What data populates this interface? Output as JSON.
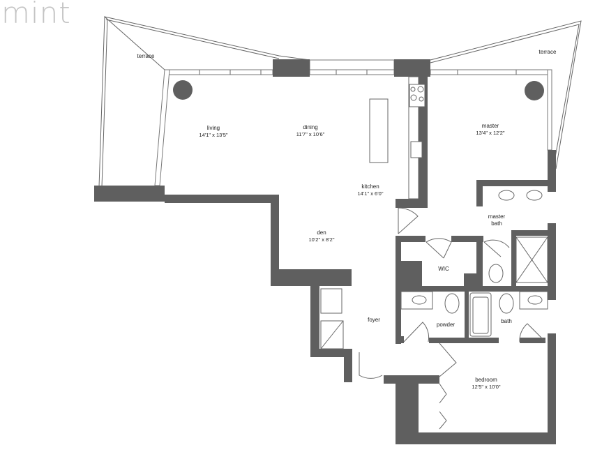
{
  "brand": {
    "logo_text": "mint"
  },
  "colors": {
    "wall": "#5f5f5f",
    "logo": "#c4c4c4"
  },
  "rooms": {
    "terrace_left": {
      "name": "terrace"
    },
    "terrace_right": {
      "name": "terrace"
    },
    "living": {
      "name": "living",
      "dims": "14'1\" x 13'5\""
    },
    "dining": {
      "name": "dining",
      "dims": "11'7\" x 10'6\""
    },
    "master": {
      "name": "master",
      "dims": "13'4\" x 12'2\""
    },
    "kitchen": {
      "name": "kitchen",
      "dims": "14'1\" x 6'0\""
    },
    "den": {
      "name": "den",
      "dims": "10'2\" x 8'2\""
    },
    "master_bath": {
      "name": "master",
      "name2": "bath"
    },
    "wic": {
      "name": "WIC"
    },
    "foyer": {
      "name": "foyer"
    },
    "powder": {
      "name": "powder"
    },
    "bath": {
      "name": "bath"
    },
    "bedroom": {
      "name": "bedroom",
      "dims": "12'5\" x 10'0\""
    }
  }
}
